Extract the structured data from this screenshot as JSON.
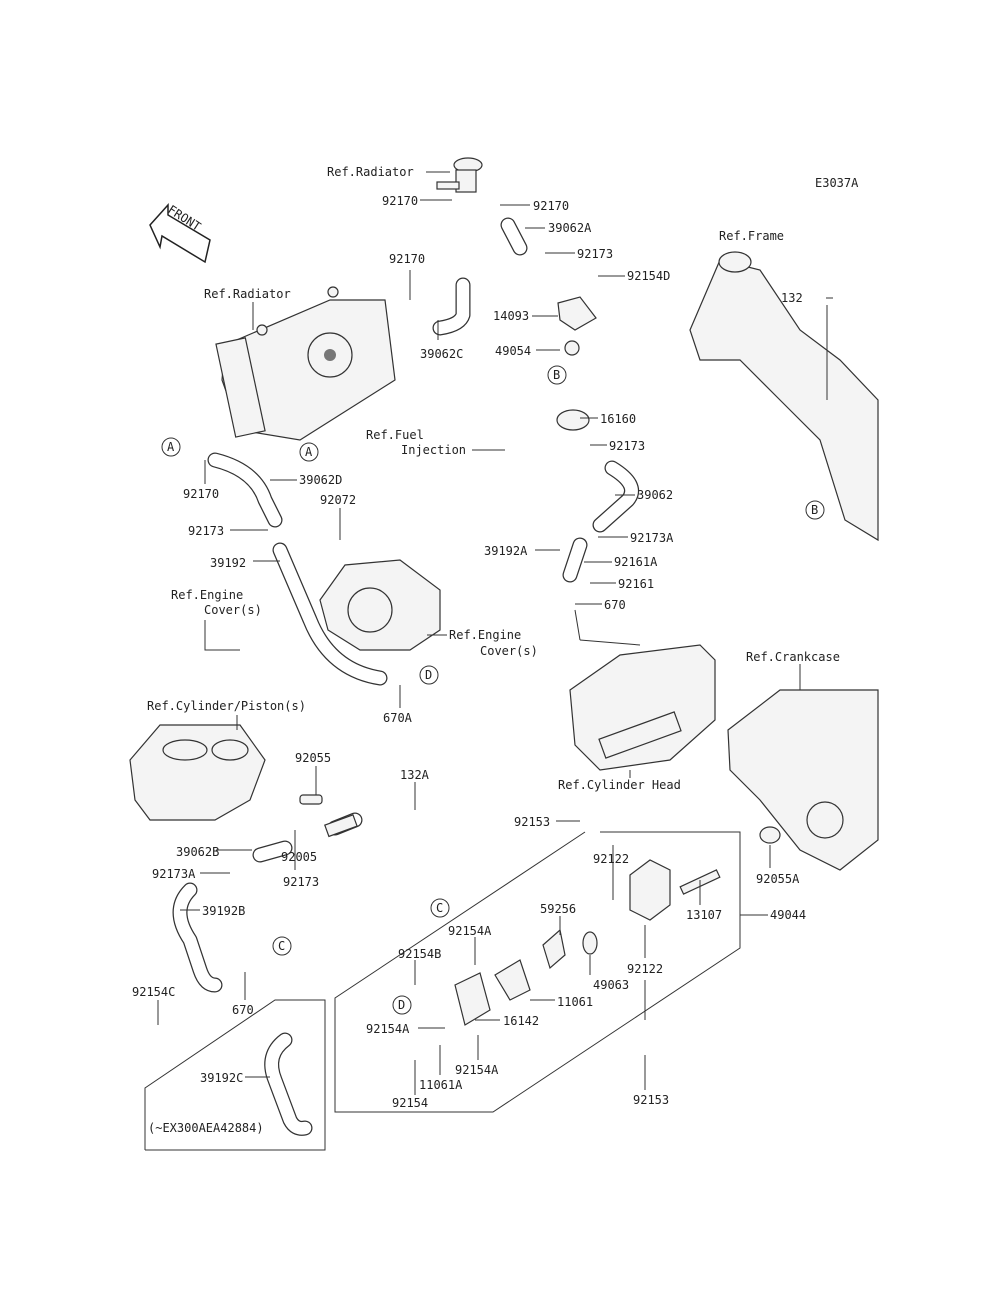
{
  "diagram_code": "E3037A",
  "front_arrow": "FRONT",
  "labels": [
    "Ref.Radiator",
    "92170",
    "92170",
    "39062A",
    "92170",
    "92173",
    "92154D",
    "Ref.Radiator",
    "14093",
    "39062C",
    "49054",
    "Ref.Frame",
    "132",
    "16160",
    "Ref.Fuel",
    "Injection",
    "92173",
    "92170",
    "39062D",
    "92072",
    "39062",
    "92173",
    "39192",
    "92173A",
    "39192A",
    "92161A",
    "92161",
    "670",
    "Ref.Engine",
    "Cover(s)",
    "Ref.Engine",
    "Cover(s)",
    "Ref.Crankcase",
    "670A",
    "Ref.Cylinder/Piston(s)",
    "92055",
    "132A",
    "Ref.Cylinder Head",
    "92153",
    "92005",
    "39062B",
    "92122",
    "92055A",
    "92173A",
    "92173",
    "39192B",
    "13107",
    "49044",
    "59256",
    "92154A",
    "92154B",
    "49063",
    "92122",
    "92154C",
    "670",
    "11061",
    "16142",
    "92154A",
    "92154A",
    "11061A",
    "39192C",
    "92154",
    "92153",
    "(~EX300AEA42884)"
  ],
  "connector_markers": [
    "A",
    "A",
    "B",
    "B",
    "C",
    "C",
    "D",
    "D"
  ]
}
